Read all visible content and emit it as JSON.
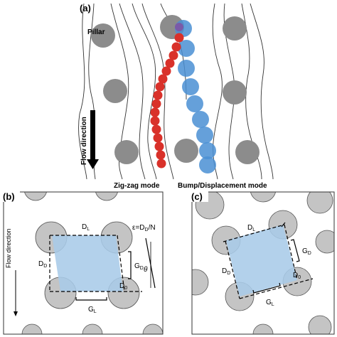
{
  "panel_a": {
    "label": "(a)",
    "pillar_label": "Pillar",
    "flow_label": "Flow direction",
    "zigzag_label": "Zig-zag mode",
    "bump_label": "Bump/Displacement mode",
    "colors": {
      "pillar": "#8c8c8c",
      "red_particle": "#d9312a",
      "blue_particle": "#4a8fd4",
      "arrow": "#000000"
    }
  },
  "panel_b": {
    "label": "(b)",
    "flow_label": "Flow direction",
    "DL": {
      "main": "D",
      "sub": "L"
    },
    "DD": {
      "main": "D",
      "sub": "D"
    },
    "GD": {
      "main": "G",
      "sub": "D"
    },
    "GL": {
      "main": "G",
      "sub": "L"
    },
    "D0": {
      "main": "D",
      "sub": "0"
    },
    "theta": "θ",
    "epsilon": {
      "a": "ε=D",
      "sub1": "D",
      "b": "/N"
    },
    "colors": {
      "cell": "#a9cbe8",
      "pillar": "#c4c4c4"
    }
  },
  "panel_c": {
    "label": "(c)",
    "DL": {
      "main": "D",
      "sub": "L"
    },
    "DD": {
      "main": "D",
      "sub": "D"
    },
    "GD": {
      "main": "G",
      "sub": "D"
    },
    "GL": {
      "main": "G",
      "sub": "L"
    },
    "D0": {
      "main": "D",
      "sub": "0"
    },
    "colors": {
      "cell": "#a9cbe8",
      "pillar": "#c4c4c4"
    }
  }
}
